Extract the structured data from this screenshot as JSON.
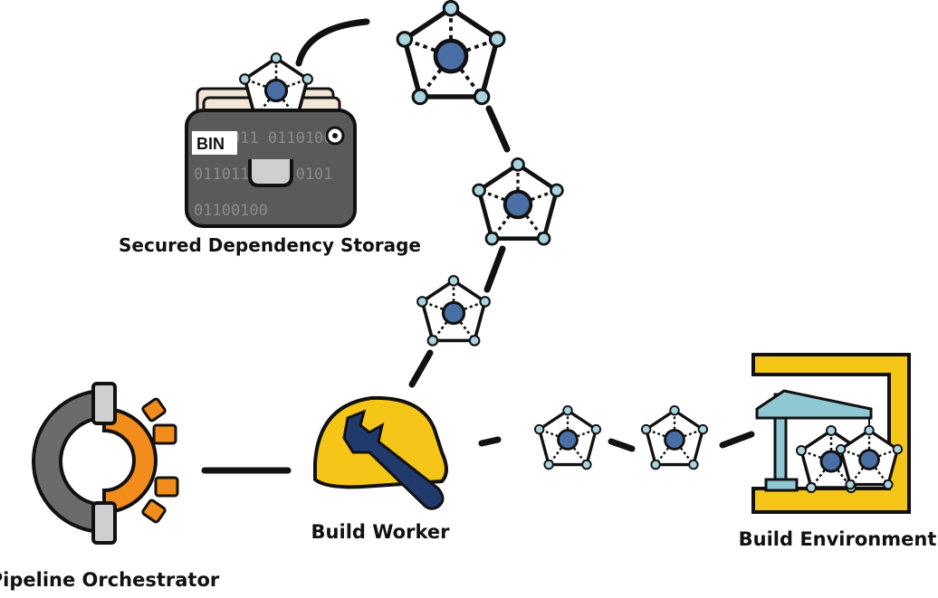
{
  "nodes": {
    "storage": {
      "label": "Secured Dependency Storage",
      "badge": "BIN",
      "binary_lines": [
        "0100011 0110100",
        "0110110 0110101",
        "01100100"
      ]
    },
    "worker": {
      "label": "Build Worker"
    },
    "environment": {
      "label": "Build Environment"
    },
    "orchestrator": {
      "label": "Pipeline Orchestrator"
    }
  },
  "colors": {
    "outline": "#111111",
    "node_fill": "#4a6fa5",
    "vertex_fill": "#a9d4df",
    "helmet": "#f5c518",
    "wrench": "#1f3a6b",
    "gear": "#f28c1c",
    "magnet": "#6b6b6b",
    "cabinet": "#5a5a5a",
    "crane": "#8fc7d3"
  },
  "icons": [
    "file-cabinet-icon",
    "hard-hat-wrench-icon",
    "crane-icon",
    "magnet-gear-icon",
    "dependency-network-icon"
  ]
}
